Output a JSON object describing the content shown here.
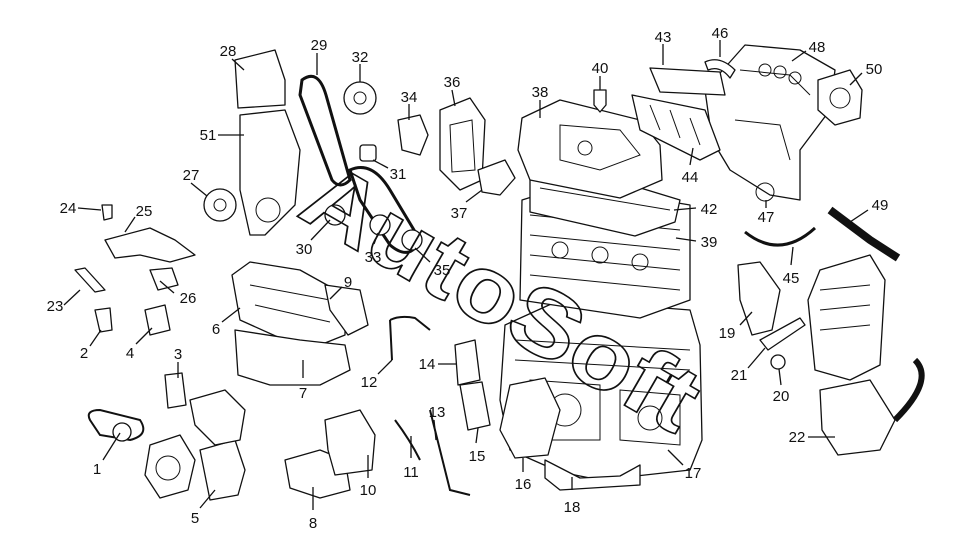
{
  "callouts": [
    "1",
    "2",
    "3",
    "4",
    "5",
    "6",
    "7",
    "8",
    "9",
    "10",
    "11",
    "12",
    "13",
    "14",
    "15",
    "16",
    "17",
    "18",
    "19",
    "20",
    "21",
    "22",
    "23",
    "24",
    "25",
    "26",
    "27",
    "28",
    "29",
    "30",
    "31",
    "32",
    "33",
    "34",
    "35",
    "36",
    "37",
    "38",
    "39",
    "40",
    "42",
    "43",
    "44",
    "45",
    "46",
    "47",
    "48",
    "49",
    "50",
    "51"
  ],
  "watermark": {
    "text": "AutoSoft"
  }
}
